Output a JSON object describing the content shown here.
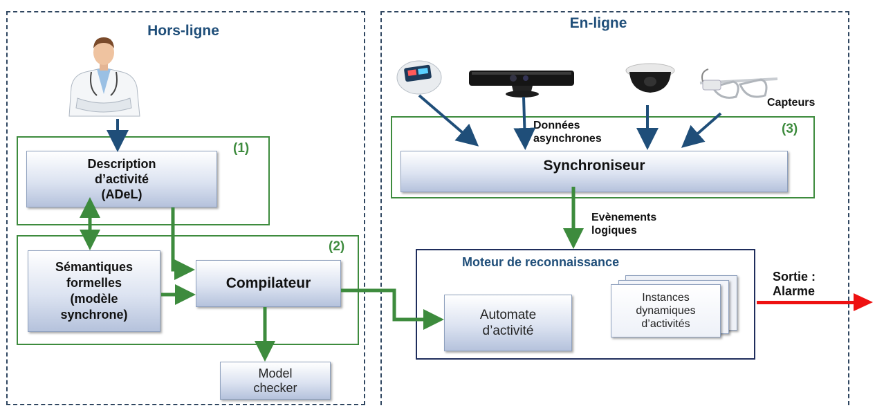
{
  "offline": {
    "title": "Hors-ligne",
    "group1_number": "(1)",
    "group2_number": "(2)",
    "description_label": "Description\nd’activité\n(ADeL)",
    "semantics_label": "Sémantiques\nformelles\n(modèle\nsynchrone)",
    "compiler_label": "Compilateur",
    "model_checker_label": "Model\nchecker"
  },
  "online": {
    "title": "En-ligne",
    "group3_number": "(3)",
    "sensors_label": "Capteurs",
    "async_data_label": "Données\nasynchrones",
    "synchronizer_label": "Synchroniseur",
    "logical_events_label": "Evènements\nlogiques",
    "engine_title": "Moteur de reconnaissance",
    "automaton_label": "Automate\nd’activité",
    "instances_label": "Instances\ndynamiques\nd’activités",
    "output_label": "Sortie :\nAlarme"
  },
  "colors": {
    "arrow_blue": "#1f4e79",
    "arrow_green": "#3d8b3d",
    "alarm_red": "#ee1111",
    "title_blue": "#1f4e79"
  },
  "icons": [
    "doctor-icon",
    "pulse-oximeter-icon",
    "kinect-sensor-icon",
    "dome-camera-icon",
    "smart-glasses-icon"
  ]
}
